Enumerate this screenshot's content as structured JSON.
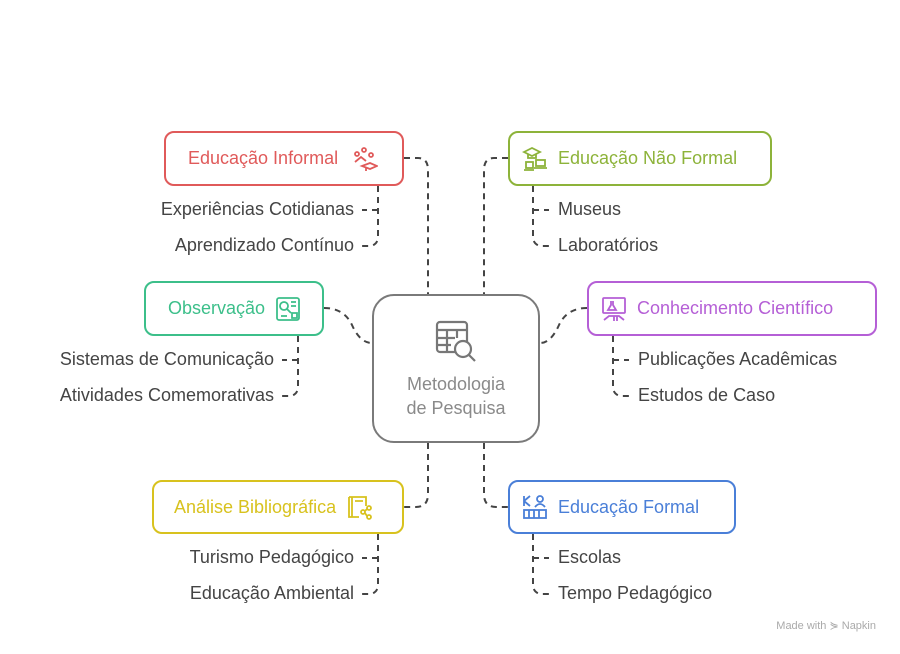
{
  "center": {
    "line1": "Metodologia",
    "line2": "de Pesquisa",
    "icon": "table-search-icon"
  },
  "branches": {
    "informal": {
      "label": "Educação Informal",
      "color": "#e05a5a",
      "icon": "people-graduation-icon",
      "items": [
        "Experiências Cotidianas",
        "Aprendizado Contínuo"
      ]
    },
    "naoformal": {
      "label": "Educação Não Formal",
      "color": "#8db33a",
      "icon": "graduation-laptop-icon",
      "items": [
        "Museus",
        "Laboratórios"
      ]
    },
    "observacao": {
      "label": "Observação",
      "color": "#3cbf8a",
      "icon": "observation-board-icon",
      "items": [
        "Sistemas de Comunicação",
        "Atividades Comemorativas"
      ]
    },
    "cientifico": {
      "label": "Conhecimento Científico",
      "color": "#b55fd6",
      "icon": "lab-book-icon",
      "items": [
        "Publicações Acadêmicas",
        "Estudos de Caso"
      ]
    },
    "bibliografica": {
      "label": "Análise Bibliográfica",
      "color": "#d8c21e",
      "icon": "book-share-icon",
      "items": [
        "Turismo Pedagógico",
        "Educação Ambiental"
      ]
    },
    "formal": {
      "label": "Educação Formal",
      "color": "#4a7fd8",
      "icon": "classroom-icon",
      "items": [
        "Escolas",
        "Tempo Pedagógico"
      ]
    }
  },
  "credit": "Made with ⋟ Napkin"
}
